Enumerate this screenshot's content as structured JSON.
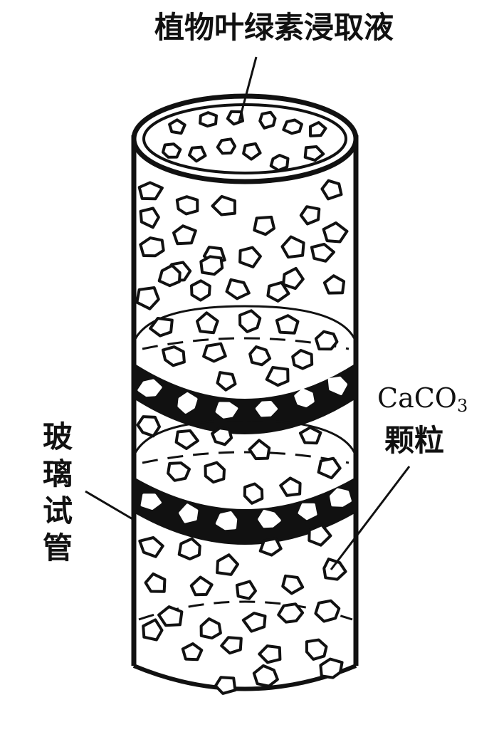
{
  "labels": {
    "extract": "植物叶绿素浸取液",
    "tube_chars": [
      "玻",
      "璃",
      "试",
      "管"
    ],
    "formula_main": "CaCO",
    "formula_sub": "3",
    "granules": "颗粒"
  },
  "colors": {
    "ink": "#111111",
    "background": "#ffffff",
    "band": "#111111"
  }
}
